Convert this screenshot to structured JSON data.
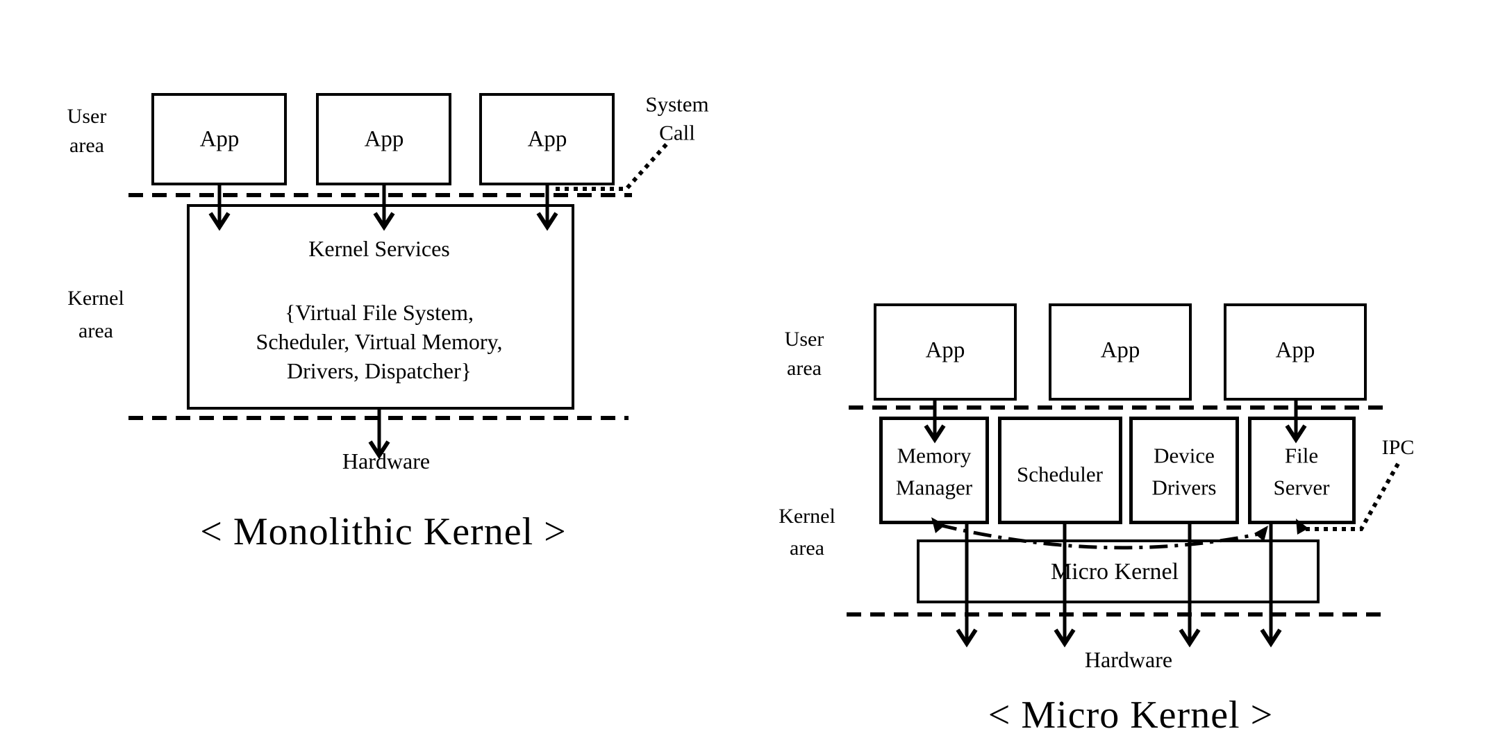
{
  "colors": {
    "ink": "#000000",
    "background": "#ffffff"
  },
  "diagram_left": {
    "caption": "< Monolithic Kernel >",
    "user_area_label": {
      "line1": "User",
      "line2": "area"
    },
    "kernel_area_label": {
      "line1": "Kernel",
      "line2": "area"
    },
    "app_boxes": [
      "App",
      "App",
      "App"
    ],
    "system_call_label": {
      "line1": "System",
      "line2": "Call"
    },
    "kernel_services_box": {
      "title": "Kernel Services",
      "services_line1": "{Virtual File System,",
      "services_line2": "Scheduler, Virtual Memory,",
      "services_line3": "Drivers, Dispatcher}"
    },
    "hardware_label": "Hardware"
  },
  "diagram_right": {
    "caption": "< Micro Kernel >",
    "user_area_label": {
      "line1": "User",
      "line2": "area"
    },
    "kernel_area_label": {
      "line1": "Kernel",
      "line2": "area"
    },
    "app_boxes": [
      "App",
      "App",
      "App"
    ],
    "ipc_label": "IPC",
    "server_boxes": {
      "memory_manager": {
        "line1": "Memory",
        "line2": "Manager"
      },
      "scheduler": {
        "line1": "Scheduler"
      },
      "device_drivers": {
        "line1": "Device",
        "line2": "Drivers"
      },
      "file_server": {
        "line1": "File",
        "line2": "Server"
      }
    },
    "micro_kernel_label": "Micro Kernel",
    "hardware_label": "Hardware"
  }
}
